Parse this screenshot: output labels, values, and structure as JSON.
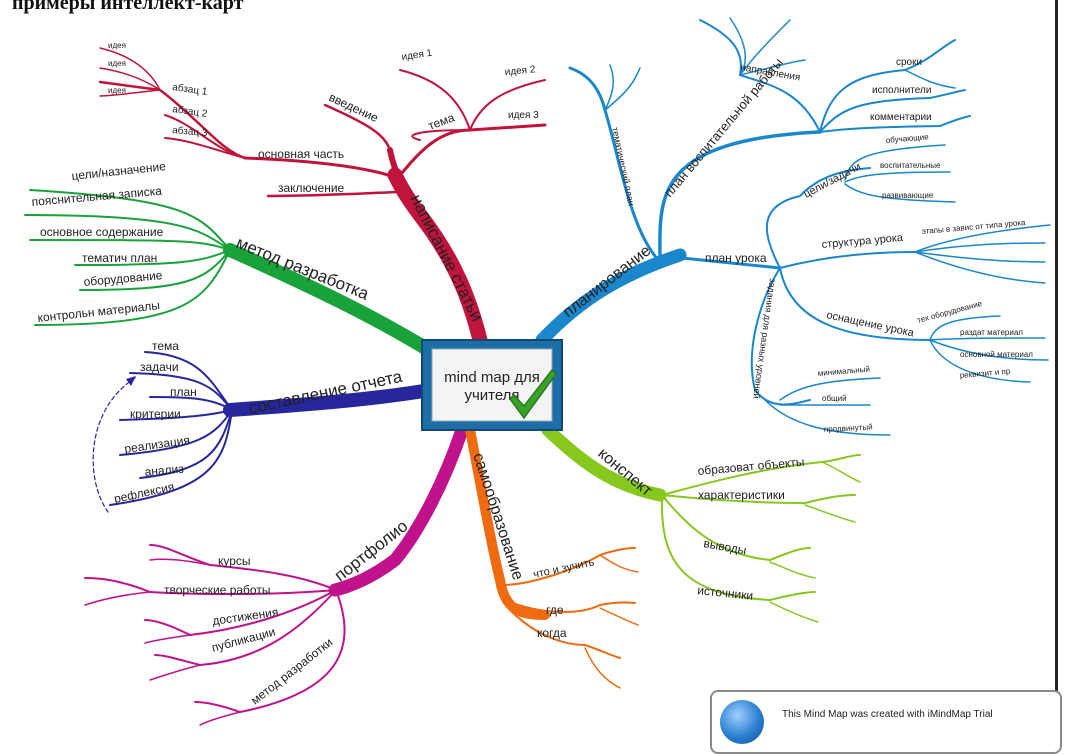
{
  "heading": "примеры интеллект-карт",
  "center": {
    "line1": "mind map для",
    "line2": "учителя"
  },
  "colors": {
    "red": "#c0143c",
    "green": "#19a23a",
    "navy": "#28269c",
    "magenta": "#c0128a",
    "orange": "#f06a10",
    "lime": "#86c81e",
    "blue": "#1a86cc"
  },
  "branches": {
    "writing": {
      "label": "написание статьи",
      "main": "основная часть",
      "paragraphs": [
        "абзац 1",
        "абзац 2",
        "абзац 3"
      ],
      "ideas": [
        "идея",
        "идея",
        "идея"
      ],
      "intro": "введение",
      "topic": "тема",
      "topic_ideas": [
        "идея 1",
        "идея 2",
        "идея 3"
      ],
      "conclusion": "заключение"
    },
    "method": {
      "label": "метод разработка",
      "items": [
        "цели/назначение",
        "пояснительная записка",
        "основное содержание",
        "тематич план",
        "оборудование",
        "контрольн материалы"
      ]
    },
    "report": {
      "label": "составление отчета",
      "items": [
        "тема",
        "задачи",
        "план",
        "критерии",
        "реализация",
        "анализ",
        "рефлексия"
      ]
    },
    "portfolio": {
      "label": "портфолио",
      "items": [
        "курсы",
        "творческие работы",
        "достижения",
        "публикации",
        "метод разработки"
      ]
    },
    "selfedu": {
      "label": "самообразование",
      "items": [
        "что и зучить",
        "где",
        "когда"
      ]
    },
    "outline": {
      "label": "конспект",
      "items": [
        "образоват объекты",
        "характеристики",
        "выводы",
        "источники"
      ]
    },
    "planning": {
      "label": "планирование",
      "thematic": "тематический план",
      "edu_plan": "план воспитательной работы",
      "edu_items": [
        "направления",
        "сроки",
        "исполнители",
        "комментарии"
      ],
      "lesson_plan": "план урока",
      "goals": "цели/задачи",
      "goal_items": [
        "обучающие",
        "воспитательные",
        "развивающие"
      ],
      "structure": "структура урока",
      "stages": "этапы в завис от типа урока",
      "equipment": "оснащение урока",
      "equipment_items": [
        "тех оборудование",
        "раздат материал",
        "основной материал",
        "реквизит и пр"
      ],
      "levels": "задания для разных уровней",
      "level_items": [
        "минимальный",
        "общий",
        "продвинутый"
      ]
    }
  },
  "trial_text": "This Mind Map was created with iMindMap Trial"
}
